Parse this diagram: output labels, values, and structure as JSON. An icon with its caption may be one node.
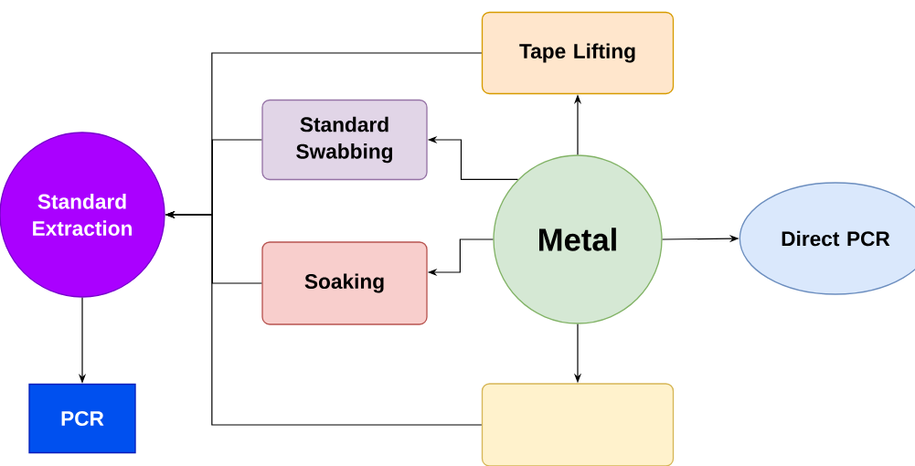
{
  "diagram": {
    "nodes": [
      {
        "text": [
          "Tape Lifting"
        ]
      },
      {
        "text": [
          "Standard Swabbing"
        ]
      },
      {
        "text": [
          "Standard Extraction"
        ]
      },
      {
        "text": [
          "Metal"
        ]
      },
      {
        "text": [
          "Direct PCR"
        ]
      },
      {
        "text": [
          "Soaking"
        ]
      },
      {
        "text": [
          "PCR"
        ]
      },
      {
        "text": [],
        "shape": "box"
      }
    ],
    "edges": [
      {
        "from": 3,
        "to": 0,
        "arrow": "to"
      },
      {
        "from": 3,
        "to": 1,
        "arrow": "to"
      },
      {
        "from": 3,
        "to": 5,
        "arrow": "to"
      },
      {
        "from": 3,
        "to": 4,
        "arrow": "to"
      },
      {
        "from": 3,
        "to": 7,
        "arrow": "to"
      },
      {
        "from": 0,
        "to": 2,
        "arrow": "to"
      },
      {
        "from": 1,
        "to": 2,
        "arrow": "to"
      },
      {
        "from": 5,
        "to": 2,
        "arrow": "to"
      },
      {
        "from": 7,
        "to": 2,
        "arrow": "to"
      },
      {
        "from": 2,
        "to": 6,
        "arrow": "to"
      }
    ]
  }
}
